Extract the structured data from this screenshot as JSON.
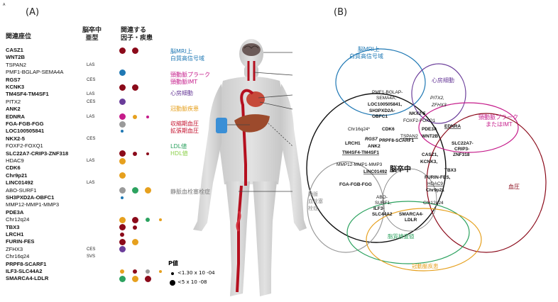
{
  "corner_label": "A",
  "panel_a_title": "(A)",
  "panel_b_title": "(B)",
  "headers": {
    "locus": "関連座位",
    "subtype_line1": "脳卒中",
    "subtype_line2": "亜型",
    "related_line1": "関連する",
    "related_line2": "因子・疾患"
  },
  "colors": {
    "brain_mri": "#1f78b4",
    "carotid": "#c51b8a",
    "af": "#6a3d9a",
    "cad": "#e6a01e",
    "bp": "#8b0a1a",
    "ldl": "#2ca25f",
    "hdl": "#8ed14d",
    "vte": "#9a9a9a"
  },
  "genes": [
    {
      "name": "CASZ1",
      "bold": true,
      "subtype": "",
      "dots": [
        [
          "bp",
          "l"
        ],
        [
          "bp",
          "l"
        ]
      ]
    },
    {
      "name": "WNT2B",
      "bold": true,
      "subtype": "",
      "dots": []
    },
    {
      "name": "TSPAN2",
      "bold": false,
      "subtype": "LAS",
      "dots": []
    },
    {
      "name": "PMF1-BGLAP-SEMA4A",
      "bold": false,
      "subtype": "",
      "dots": [
        [
          "brain_mri",
          "l"
        ]
      ]
    },
    {
      "name": "RGS7",
      "bold": true,
      "subtype": "CES",
      "dots": []
    },
    {
      "name": "KCNK3",
      "bold": true,
      "subtype": "",
      "dots": [
        [
          "bp",
          "l"
        ],
        [
          "bp",
          "l"
        ]
      ]
    },
    {
      "name": "TM4SF4-TM4SF1",
      "bold": true,
      "subtype": "LAS",
      "dots": []
    },
    {
      "name": "PITX2",
      "bold": false,
      "subtype": "CES",
      "dots": [
        [
          "af",
          "l"
        ]
      ]
    },
    {
      "name": "ANK2",
      "bold": true,
      "subtype": "",
      "dots": []
    },
    {
      "name": "EDNRA",
      "bold": true,
      "subtype": "LAS",
      "dots": [
        [
          "carotid",
          "l"
        ],
        [
          "cad",
          "m"
        ],
        [
          "carotid",
          "s"
        ]
      ]
    },
    {
      "name": "FGA-FGB-FGG",
      "bold": true,
      "subtype": "",
      "dots": [
        [
          "vte",
          "l"
        ]
      ]
    },
    {
      "name": "LOC100505841",
      "bold": true,
      "subtype": "",
      "dots": [
        [
          "brain_mri",
          "s"
        ]
      ]
    },
    {
      "name": "NKX2-5",
      "bold": true,
      "subtype": "CES",
      "dots": []
    },
    {
      "name": "FOXF2-FOXQ1",
      "bold": false,
      "subtype": "",
      "dots": []
    },
    {
      "name": "SLC22A7-CRIP3-ZNF318",
      "bold": true,
      "subtype": "",
      "dots": [
        [
          "bp",
          "l"
        ],
        [
          "bp",
          "m"
        ],
        [
          "bp",
          "s"
        ]
      ]
    },
    {
      "name": "HDAC9",
      "bold": false,
      "subtype": "LAS",
      "dots": [
        [
          "cad",
          "l"
        ]
      ]
    },
    {
      "name": "CDK6",
      "bold": true,
      "subtype": "",
      "dots": []
    },
    {
      "name": "Chr9p21",
      "bold": true,
      "subtype": "",
      "dots": [
        [
          "cad",
          "l"
        ]
      ]
    },
    {
      "name": "LINC01492",
      "bold": true,
      "subtype": "LAS",
      "dots": []
    },
    {
      "name": "ABO-SURF1",
      "bold": false,
      "subtype": "",
      "dots": [
        [
          "vte",
          "l"
        ],
        [
          "ldl",
          "l"
        ],
        [
          "cad",
          "l"
        ]
      ]
    },
    {
      "name": "SH3PXD2A-OBFC1",
      "bold": true,
      "subtype": "",
      "dots": [
        [
          "brain_mri",
          "s"
        ]
      ]
    },
    {
      "name": "MMP12-MMP1-MMP3",
      "bold": false,
      "subtype": "",
      "dots": []
    },
    {
      "name": "PDE3A",
      "bold": true,
      "subtype": "",
      "dots": []
    },
    {
      "name": "Chr12q24",
      "bold": false,
      "subtype": "",
      "dots": [
        [
          "cad",
          "l"
        ],
        [
          "bp",
          "l"
        ],
        [
          "ldl",
          "m"
        ],
        [
          "cad",
          "s"
        ]
      ]
    },
    {
      "name": "TBX3",
      "bold": true,
      "subtype": "",
      "dots": [
        [
          "bp",
          "l"
        ],
        [
          "bp",
          "m"
        ]
      ]
    },
    {
      "name": "LRCH1",
      "bold": true,
      "subtype": "",
      "dots": [
        [
          "bp",
          "m"
        ]
      ]
    },
    {
      "name": "FURIN-FES",
      "bold": true,
      "subtype": "",
      "dots": [
        [
          "bp",
          "l"
        ],
        [
          "cad",
          "l"
        ]
      ]
    },
    {
      "name": "ZFHX3",
      "bold": false,
      "subtype": "CES",
      "dots": [
        [
          "af",
          "l"
        ]
      ]
    },
    {
      "name": "Chr16q24",
      "bold": false,
      "subtype": "SVS",
      "dots": []
    },
    {
      "name": "PRPF8-SCARF1",
      "bold": true,
      "subtype": "",
      "dots": []
    },
    {
      "name": "ILF3-SLC44A2",
      "bold": true,
      "subtype": "",
      "dots": [
        [
          "cad",
          "m"
        ],
        [
          "bp",
          "m"
        ],
        [
          "vte",
          "m"
        ],
        [
          "cad",
          "s"
        ]
      ]
    },
    {
      "name": "SMARCA4-LDLR",
      "bold": true,
      "subtype": "",
      "dots": [
        [
          "ldl",
          "l"
        ],
        [
          "cad",
          "l"
        ],
        [
          "bp",
          "l"
        ]
      ]
    }
  ],
  "traits_a": {
    "brain_mri_line1": "脳MRI上",
    "brain_mri_line2": "白質高信号域",
    "carotid_line1": "頸動脈プラーク",
    "carotid_line2": "頸動脈IMT",
    "af": "心房細動",
    "cad": "冠動脈疾患",
    "bp_line1": "収縮期血圧",
    "bp_line2": "拡張期血圧",
    "ldl": "LDL値",
    "hdl": "HDL値",
    "vte": "静脈血栓塞栓症"
  },
  "legend": {
    "title": "P値",
    "small": "<1.30 x 10 -04",
    "large": "<5 x 10 -08"
  },
  "venn": {
    "stroke": "脳卒中",
    "brain_mri_line1": "脳MRI上",
    "brain_mri_line2": "白質高信号域",
    "af": "心房細動",
    "carotid_line1": "頸動脈プラーク",
    "carotid_line2": "またはIMT",
    "bp": "血圧",
    "vte_line1": "静脈",
    "vte_line2": "血栓塞",
    "vte_line3": "栓症",
    "lipid": "脂質検査値",
    "cad": "冠動脈疾患",
    "g_pmf1_1": "PMF1-BGLAP-",
    "g_pmf1_2": "SEMA4A,",
    "g_loc": "LOC100505841,",
    "g_sh3_1": "SH3PXD2A-",
    "g_sh3_2": "OBFC1",
    "g_pitx2": "PITX2,",
    "g_zfhx3": "ZFHX3",
    "g_nkx": "NKX2-5",
    "g_foxf2": "FOXF2-FOXQ1",
    "g_chr16": "Chr16q24*",
    "g_cdk6": "CDK6",
    "g_tspan2": "TSPAN2",
    "g_pde3a": "PDE3A",
    "g_wnt2b": "WNT2B",
    "g_ednra": "EDNRA",
    "g_lrch1": "LRCH1",
    "g_rgs7": "RGS7",
    "g_ank2": "ANK2",
    "g_tm4": "TM4SF4-TM4SF1",
    "g_prpf8": "PRPF8-SCARF1",
    "g_mmp": "MMP12-MMP1-MMP3",
    "g_linc": "LINC01492",
    "g_slc_1": "SLC22A7-",
    "g_slc_2": "CRIP3-",
    "g_slc_3": "ZNF318",
    "g_casz1": "CASZ1,",
    "g_kcnk3": "KCNK3,",
    "g_tbx3": "TBX3",
    "g_fga": "FGA-FGB-FGG",
    "g_furin": "FURIN-FES,",
    "g_hdac9": "HDAC9",
    "g_chr9": "Chr9p21",
    "g_abo_1": "ABO-",
    "g_abo_2": "SURF1,",
    "g_ilf3_1": "ILF3-",
    "g_ilf3_2": "SLC44A2",
    "g_smarca_1": "SMARCA4-",
    "g_smarca_2": "LDLR",
    "g_chr12": "Chr12q24"
  }
}
